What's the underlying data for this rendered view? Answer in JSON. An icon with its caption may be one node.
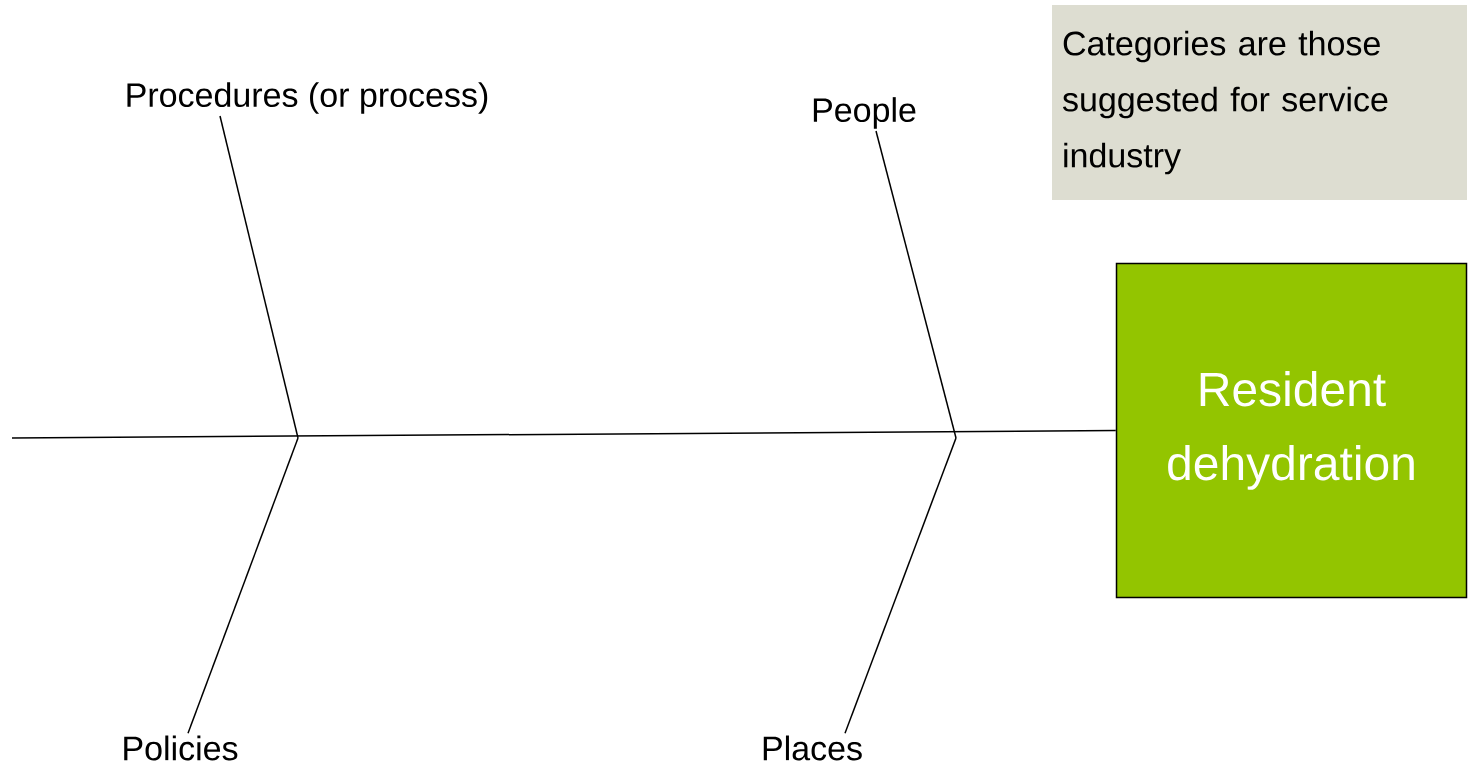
{
  "diagram": {
    "nodes": [
      {
        "text": [
          "Procedures (or process)"
        ]
      },
      {
        "text": [
          "People"
        ]
      },
      {
        "text": [
          "Policies"
        ]
      },
      {
        "text": [
          "Places"
        ]
      },
      {
        "text": [
          "Categories are those suggested for service industry"
        ]
      },
      {
        "text": [
          "Resident dehydration"
        ]
      }
    ],
    "edges": [
      {
        "from": null,
        "to": 5,
        "arrow": "none"
      },
      {
        "from": 0,
        "to": null,
        "arrow": "none"
      },
      {
        "from": 1,
        "to": null,
        "arrow": "none"
      },
      {
        "from": 2,
        "to": null,
        "arrow": "none"
      },
      {
        "from": 3,
        "to": null,
        "arrow": "none"
      }
    ]
  }
}
